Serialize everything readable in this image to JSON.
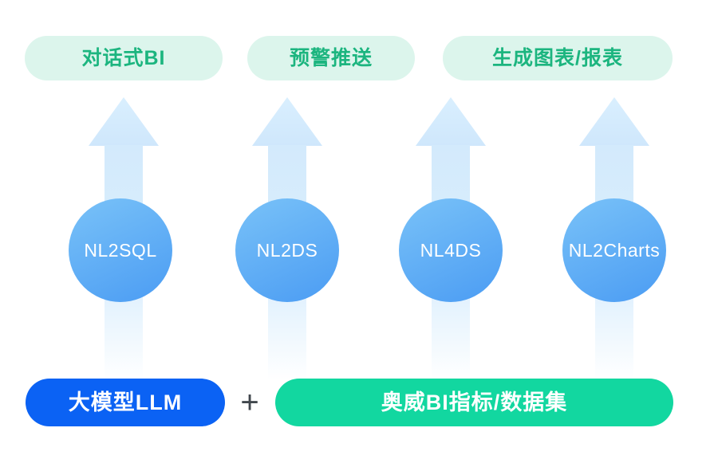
{
  "diagram": {
    "description_colors": {
      "pill_bg": "#dcf5ec",
      "pill_text": "#1cb57f",
      "arrow_blue": "#d2e9fc",
      "circle_gradient_top": "#79c2f8",
      "circle_gradient_bottom": "#4b9cf3",
      "llm_button_bg": "#0b62f4",
      "bi_button_bg": "#12d7a0",
      "plus_color": "#41474d",
      "button_text": "#ffffff"
    },
    "top_pills": [
      {
        "label": "对话式BI"
      },
      {
        "label": "预警推送"
      },
      {
        "label": "生成图表/报表"
      }
    ],
    "capability_circles": [
      {
        "label": "NL2SQL"
      },
      {
        "label": "NL2DS"
      },
      {
        "label": "NL4DS"
      },
      {
        "label": "NL2Charts"
      }
    ],
    "bottom": {
      "llm_label": "大模型LLM",
      "plus": "+",
      "bi_label": "奥威BI指标/数据集"
    }
  }
}
